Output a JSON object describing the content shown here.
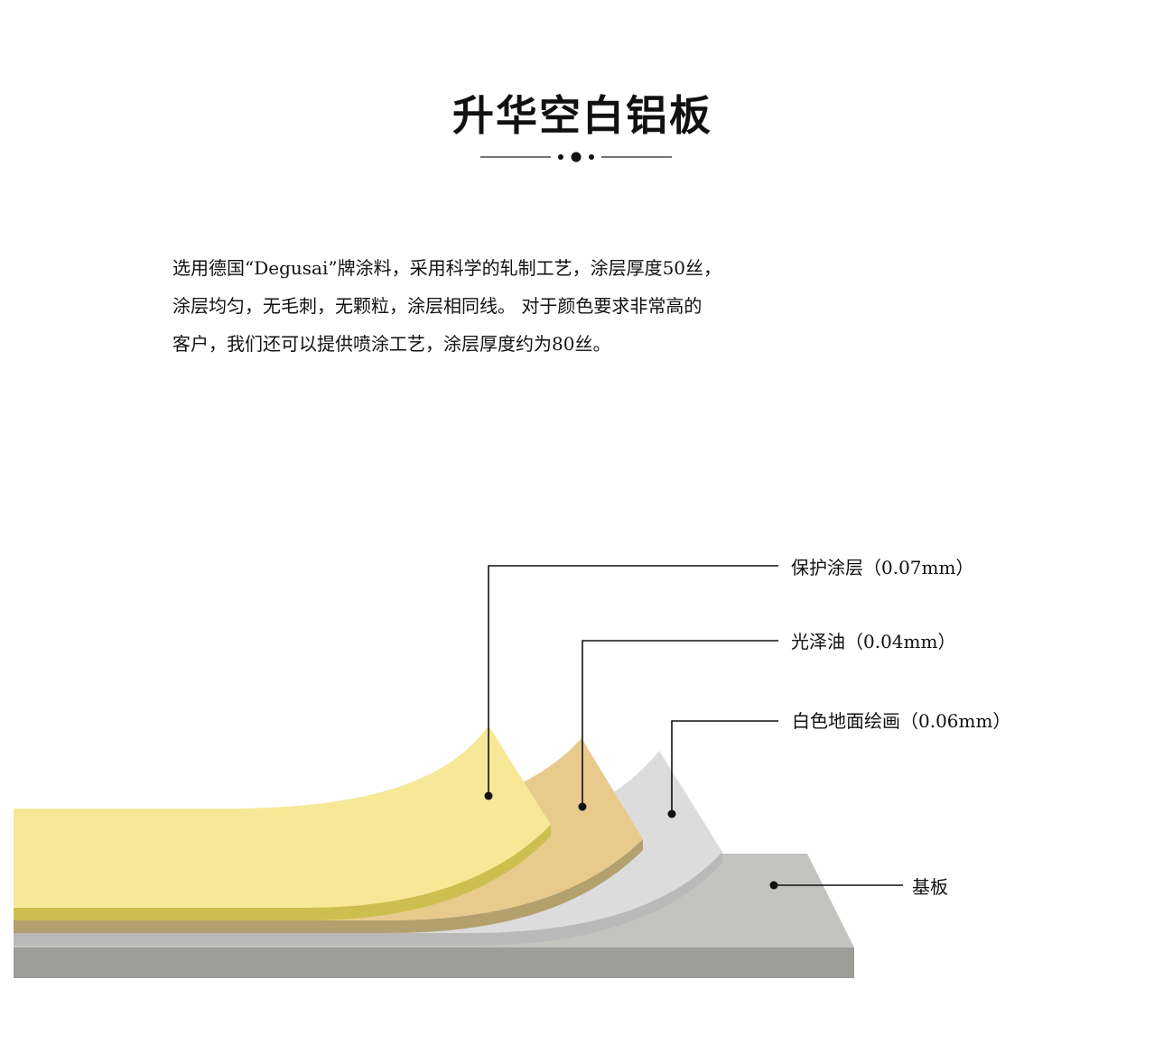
{
  "title": "升华空白铝板",
  "description": [
    "选用德国“Degusai”牌涂料，采用科学的轧制工艺，涂层厚度50丝，",
    "涂层均匀，无毛刺，无颗粒，涂层相同线。 对于颜色要求非常高的",
    "客户，我们还可以提供喷涂工艺，涂层厚度约为80丝。"
  ],
  "layers": {
    "protective": {
      "label": "保护涂层（0.07mm）",
      "color": "#f6e896",
      "edge": "#cdbf4f"
    },
    "gloss_oil": {
      "label": "光泽油（0.04mm）",
      "color": "#e9ca8d",
      "edge": "#b3a06c"
    },
    "white_ground": {
      "label": "白色地面绘画（0.06mm）",
      "color": "#dcdcdc",
      "edge": "#b9b9b9"
    },
    "substrate": {
      "label": "基板",
      "color": "#c3c4bf",
      "edge": "#9c9d98"
    }
  },
  "colors": {
    "text": "#111111",
    "leader_line": "#111111"
  }
}
